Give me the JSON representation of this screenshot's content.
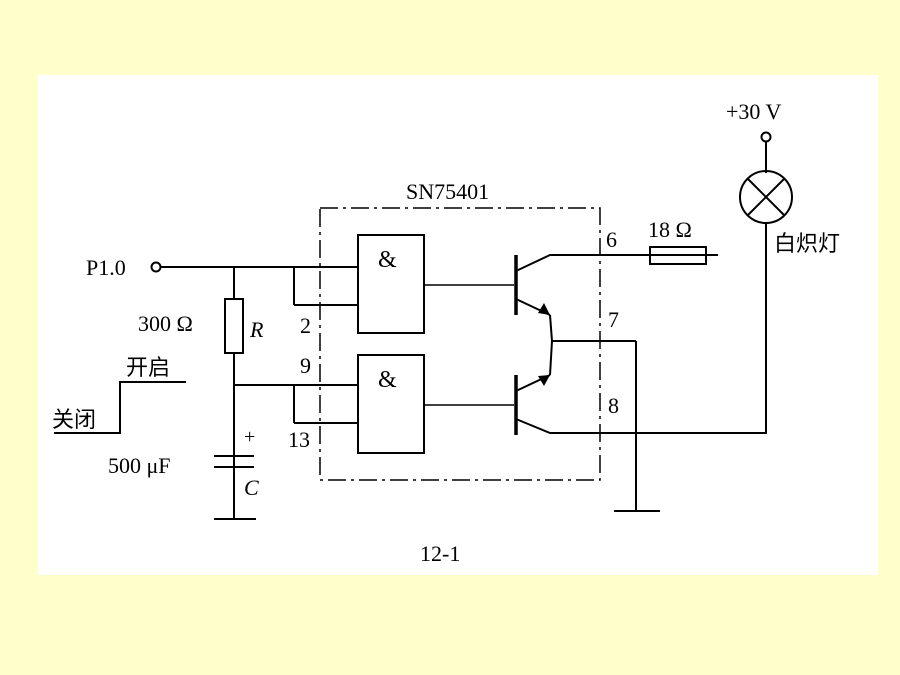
{
  "diagram": {
    "ic_name": "SN75401",
    "input_label": "P1.0",
    "supply_label": "+30 V",
    "lamp_label": "白炽灯",
    "series_resistor_label": "18 Ω",
    "resistor_value": "300 Ω",
    "resistor_symbol": "R",
    "capacitor_value": "500 μF",
    "capacitor_symbol": "C",
    "capacitor_polarity": "+",
    "switch_on_label": "开启",
    "switch_off_label": "关闭",
    "gate_symbol": "&",
    "pins": [
      "6",
      "7",
      "8",
      "2",
      "9",
      "13"
    ],
    "figure_label": "12-1"
  }
}
